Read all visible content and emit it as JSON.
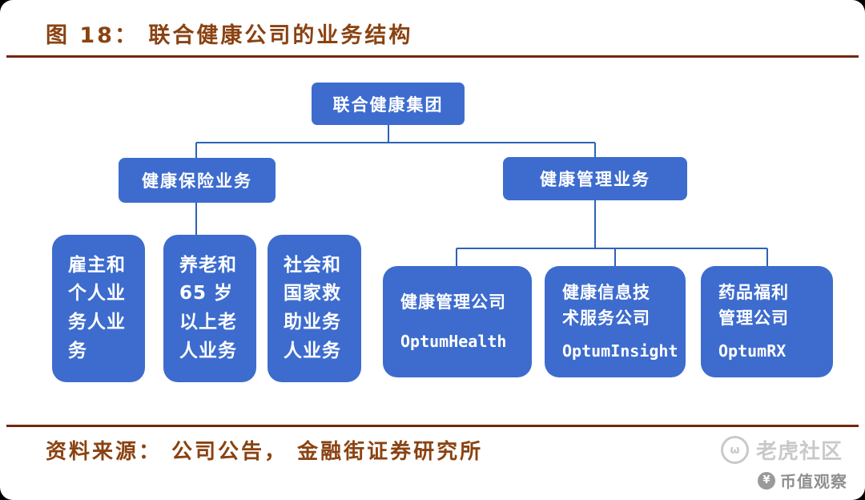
{
  "figure": {
    "title": "图 18： 联合健康公司的业务结构",
    "source": "资料来源： 公司公告， 金融街证券研究所"
  },
  "org_chart": {
    "type": "org-tree",
    "root": "联合健康集团",
    "level2": {
      "insurance": "健康保险业务",
      "management": "健康管理业务"
    },
    "insurance_children": {
      "employer_individual": "雇主和\n个人业\n务人业\n务",
      "medicare_retirement": "养老和\n65 岁\n以上老\n人业务",
      "community_state": "社会和\n国家救\n助业务\n人业务"
    },
    "management_children": {
      "optum_health_cn": "健康管理公司",
      "optum_health_en": "OptumHealth",
      "optum_insight_cn": "健康信息技\n术服务公司",
      "optum_insight_en": "OptumInsight",
      "optum_rx_cn": "药品福利\n管理公司",
      "optum_rx_en": "OptumRX"
    }
  },
  "watermark": {
    "community": "老虎社区",
    "channel": "币值观察"
  },
  "icons": {
    "tiger_logo": "ω",
    "coin_logo": "¥"
  },
  "colors": {
    "node_blue": "#3d6cce",
    "connector_blue": "#2c63b8",
    "heading_brown": "#8a4211",
    "divider_maroon": "#72280c",
    "watermark_gray": "#c9c9c9"
  }
}
